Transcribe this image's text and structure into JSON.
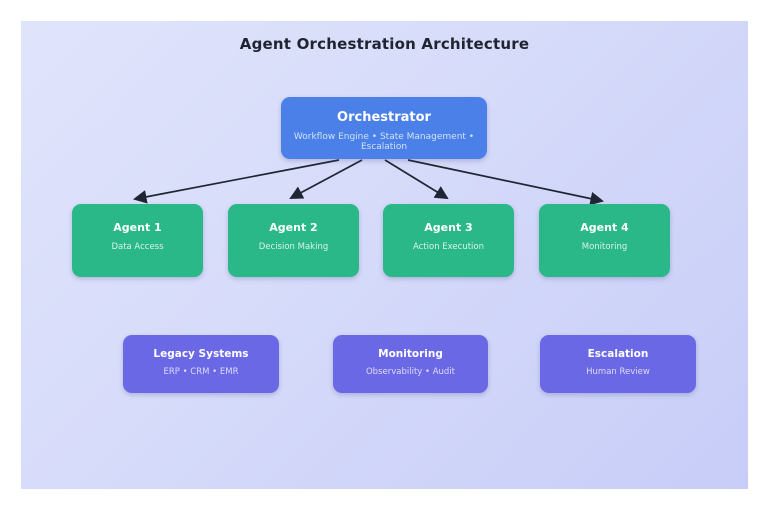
{
  "page": {
    "title": "Agent Orchestration Architecture"
  },
  "colors": {
    "canvas_background_start": "#e0e4fb",
    "canvas_background_end": "#c7cdf7",
    "page_margin": "#ffffff",
    "title_text": "#1f2430",
    "orchestrator_fill": "#4a80e8",
    "agent_fill": "#2ab888",
    "system_fill": "#6b68e6",
    "arrow_stroke": "#1f2633",
    "node_title_text": "#ffffff"
  },
  "diagram": {
    "orchestrator": {
      "title": "Orchestrator",
      "subtitle": "Workflow Engine • State Management • Escalation"
    },
    "agents": [
      {
        "title": "Agent 1",
        "subtitle": "Data Access"
      },
      {
        "title": "Agent 2",
        "subtitle": "Decision Making"
      },
      {
        "title": "Agent 3",
        "subtitle": "Action Execution"
      },
      {
        "title": "Agent 4",
        "subtitle": "Monitoring"
      }
    ],
    "systems": [
      {
        "title": "Legacy Systems",
        "subtitle": "ERP • CRM • EMR"
      },
      {
        "title": "Monitoring",
        "subtitle": "Observability • Audit"
      },
      {
        "title": "Escalation",
        "subtitle": "Human Review"
      }
    ],
    "arrows": {
      "description": "orchestrator-to-agent connectors",
      "count": 4
    }
  }
}
